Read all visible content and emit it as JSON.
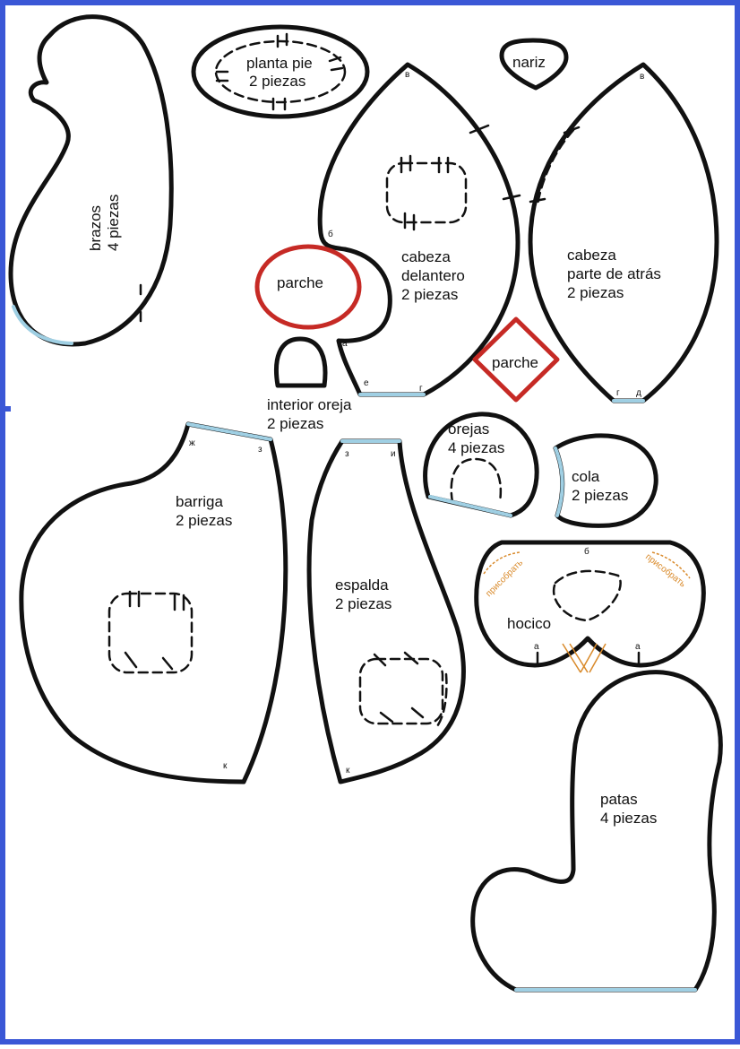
{
  "colors": {
    "outline": "#111111",
    "border": "#3a57d6",
    "seam_edge": "#9fcfe3",
    "patch": "#c62a25",
    "gather": "#d98a2b"
  },
  "labels": {
    "brazos": [
      "brazos",
      "4 piezas"
    ],
    "planta": [
      "planta pie",
      "2 piezas"
    ],
    "nariz": [
      "nariz"
    ],
    "cabeza_delantero": [
      "cabeza",
      "delantero",
      "2 piezas"
    ],
    "cabeza_atras": [
      "cabeza",
      "parte de atrás",
      "2 piezas"
    ],
    "parche1": [
      "parche"
    ],
    "parche2": [
      "parche"
    ],
    "interior_oreja": [
      "interior oreja",
      "2 piezas"
    ],
    "orejas": [
      "orejas",
      "4 piezas"
    ],
    "cola": [
      "cola",
      "2 piezas"
    ],
    "barriga": [
      "barriga",
      "2 piezas"
    ],
    "espalda": [
      "espalda",
      "2 piezas"
    ],
    "hocico": [
      "hocico"
    ],
    "patas": [
      "patas",
      "4 piezas"
    ]
  },
  "marks": {
    "v1": "в",
    "b1": "б",
    "a1": "а",
    "e1": "е",
    "g1": "г",
    "v2": "в",
    "g2": "г",
    "d2": "д",
    "zh": "ж",
    "z1": "з",
    "z2": "з",
    "i1": "и",
    "k1": "к",
    "k2": "к",
    "b2": "б",
    "a2": "а",
    "a3": "а"
  },
  "gather_notes": {
    "left": "присобрать",
    "right": "присобрать"
  }
}
